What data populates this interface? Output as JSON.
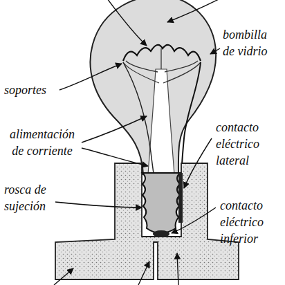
{
  "diagram": {
    "labels": [
      "bombilla de vidrio",
      "soportes",
      "alimentación de corriente",
      "contacto eléctrico lateral",
      "rosca de sujeción",
      "contacto eléctrico inferior"
    ]
  }
}
